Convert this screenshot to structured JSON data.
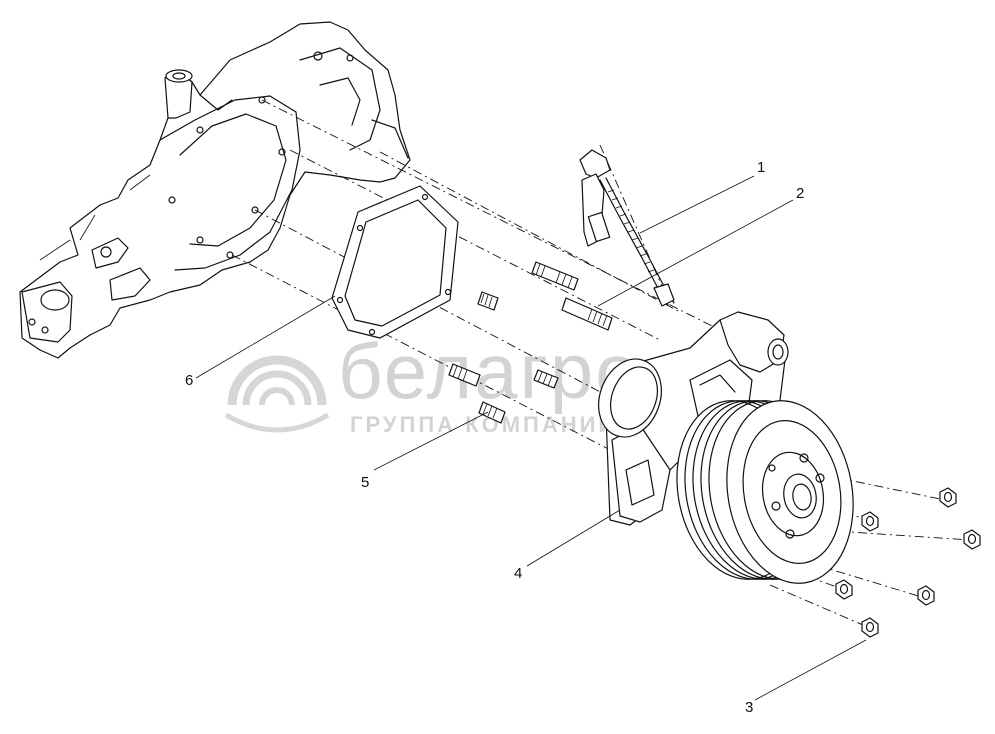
{
  "callouts": [
    {
      "id": "1",
      "label": "1"
    },
    {
      "id": "2",
      "label": "2"
    },
    {
      "id": "3",
      "label": "3"
    },
    {
      "id": "4",
      "label": "4"
    },
    {
      "id": "5",
      "label": "5"
    },
    {
      "id": "6",
      "label": "6"
    }
  ],
  "watermark": {
    "brand": "белагро",
    "subtitle": "ГРУППА КОМПАНИЙ"
  },
  "colors": {
    "line": "#111111",
    "watermark": "#cfcfcf",
    "background": "#ffffff"
  }
}
